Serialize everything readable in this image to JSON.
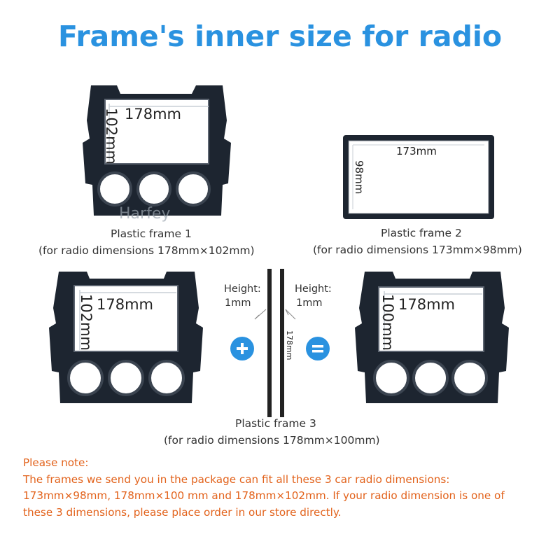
{
  "title": "Frame's inner size for radio",
  "frame1": {
    "width_label": "178mm",
    "height_label": "102mm",
    "watermark": "Harfey",
    "caption": "Plastic frame 1",
    "sub_caption": "(for radio dimensions 178mm×102mm)"
  },
  "frame2": {
    "width_label": "173mm",
    "height_label": "98mm",
    "caption": "Plastic frame 2",
    "sub_caption": "(for radio dimensions 173mm×98mm)"
  },
  "frame3_left": {
    "width_label": "178mm",
    "height_label": "102mm"
  },
  "strip": {
    "height_left_label": "Height:",
    "height_left_value": "1mm",
    "height_right_label": "Height:",
    "height_right_value": "1mm",
    "length_label": "178mm"
  },
  "frame3_result": {
    "width_label": "178mm",
    "height_label": "100mm"
  },
  "frame3": {
    "caption": "Plastic frame 3",
    "sub_caption": "(for radio dimensions 178mm×100mm)"
  },
  "icons": {
    "plus": "plus-icon",
    "equals": "equals-icon"
  },
  "colors": {
    "title": "#2a92e0",
    "note": "#e2621b",
    "frame": "#1d2530"
  },
  "note": {
    "heading": "Please note:",
    "line1": "The frames we send you in the package can fit all these 3 car radio dimensions:",
    "line2": "173mm×98mm,  178mm×100 mm and  178mm×102mm. If your radio dimension is one of",
    "line3": "these 3 dimensions, please place order in our store directly."
  }
}
